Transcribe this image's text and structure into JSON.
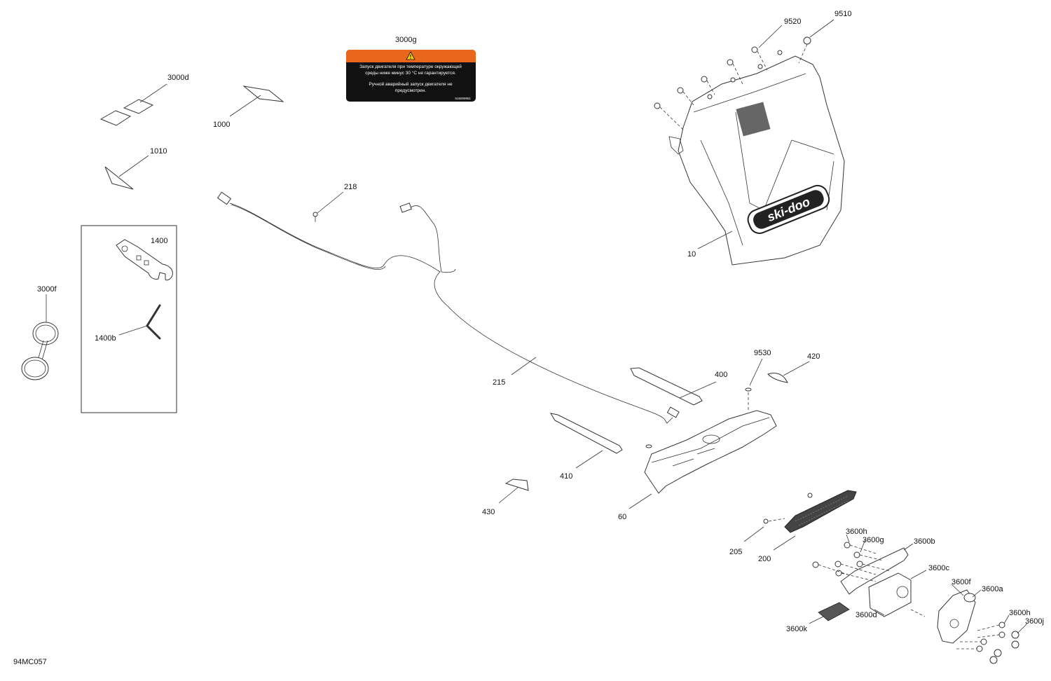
{
  "drawing_id": "94MC057",
  "decal_3000g": {
    "line1": "Запуск двигателя при температуре окружающей",
    "line2": "среды ниже минус 30 °C не гарантируется.",
    "line3": "Ручной аварийный запуск двигателя не",
    "line4": "предусмотрен.",
    "code": "516009951"
  },
  "brand_logo": "ski-doo",
  "callouts": {
    "c3000g": "3000g",
    "c3000d": "3000d",
    "c1000": "1000",
    "c1010": "1010",
    "c218": "218",
    "c1400": "1400",
    "c3000f": "3000f",
    "c1400b": "1400b",
    "c9520": "9520",
    "c9510": "9510",
    "c10": "10",
    "c9530": "9530",
    "c420": "420",
    "c400": "400",
    "c215": "215",
    "c410": "410",
    "c60": "60",
    "c430": "430",
    "c205": "205",
    "c200": "200",
    "c3600h": "3600h",
    "c3600g": "3600g",
    "c3600b": "3600b",
    "c3600c": "3600c",
    "c3600f": "3600f",
    "c3600a": "3600a",
    "c3600d": "3600d",
    "c3600h2": "3600h",
    "c3600j": "3600j",
    "c3600k": "3600k"
  }
}
